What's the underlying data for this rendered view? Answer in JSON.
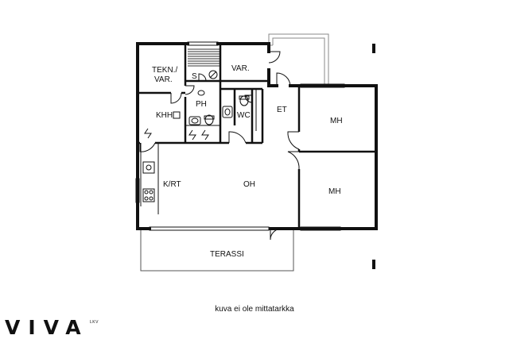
{
  "rooms": {
    "tekn_var": "TEKN./",
    "tekn_var_2": "VAR.",
    "s": "S",
    "var": "VAR.",
    "ph": "PH",
    "wc": "WC",
    "khh": "KHH",
    "et": "ET",
    "mh1": "MH",
    "mh2": "MH",
    "krt": "K/RT",
    "oh": "OH",
    "terassi": "TERASSI"
  },
  "caption": "kuva ei ole mittatarkka",
  "logo": {
    "text": "VIVA",
    "sub": "LKV"
  }
}
